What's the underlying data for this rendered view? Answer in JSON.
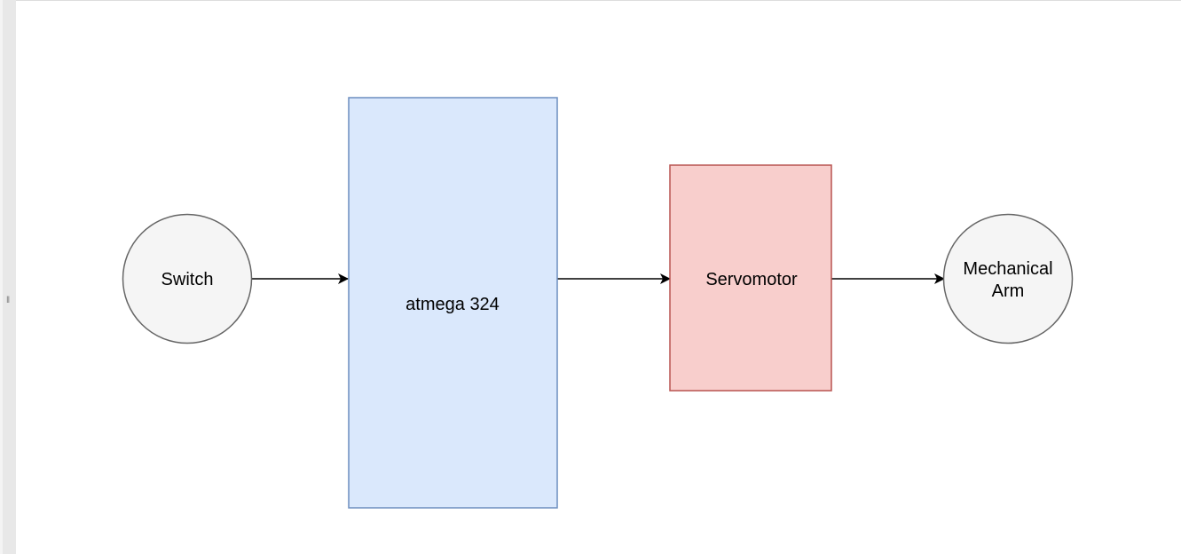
{
  "editor": {
    "splitter_glyph": "‖"
  },
  "diagram": {
    "nodes": {
      "switch": {
        "label": "Switch",
        "shape": "ellipse",
        "fill": "#f5f5f5",
        "stroke": "#666666"
      },
      "mcu": {
        "label": "atmega 324",
        "shape": "rectangle",
        "fill": "#dae8fc",
        "stroke": "#6c8ebf"
      },
      "servo": {
        "label": "Servomotor",
        "shape": "rectangle",
        "fill": "#f8cecc",
        "stroke": "#b85450"
      },
      "arm": {
        "label_line1": "Mechanical",
        "label_line2": "Arm",
        "shape": "ellipse",
        "fill": "#f5f5f5",
        "stroke": "#666666"
      }
    },
    "edges": [
      {
        "from": "Switch",
        "to": "atmega 324"
      },
      {
        "from": "atmega 324",
        "to": "Servomotor"
      },
      {
        "from": "Servomotor",
        "to": "Mechanical Arm"
      }
    ]
  }
}
